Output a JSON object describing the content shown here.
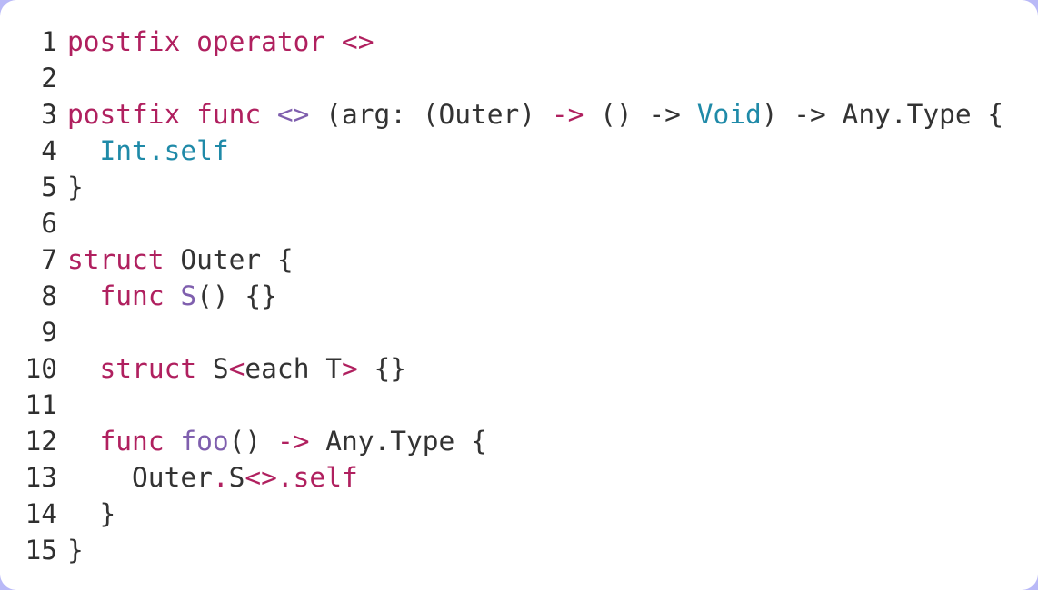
{
  "editor": {
    "language": "swift",
    "colors": {
      "background": "#ffffff",
      "frame": "#b9b9f7",
      "keyword": "#b0205f",
      "function": "#7f5fae",
      "type": "#1f8aa8",
      "plain": "#333333"
    },
    "lines": [
      {
        "number": "1",
        "tokens": [
          {
            "t": "postfix operator <>",
            "c": "kw"
          }
        ]
      },
      {
        "number": "2",
        "tokens": []
      },
      {
        "number": "3",
        "tokens": [
          {
            "t": "postfix func ",
            "c": "kw"
          },
          {
            "t": "<>",
            "c": "fn"
          },
          {
            "t": " (arg: (Outer) ",
            "c": "pl"
          },
          {
            "t": "->",
            "c": "kw"
          },
          {
            "t": " () -> ",
            "c": "pl"
          },
          {
            "t": "Void",
            "c": "ty"
          },
          {
            "t": ") -> Any.Type {",
            "c": "pl"
          }
        ]
      },
      {
        "number": "4",
        "tokens": [
          {
            "t": "  ",
            "c": "pl"
          },
          {
            "t": "Int.self",
            "c": "ty"
          }
        ]
      },
      {
        "number": "5",
        "tokens": [
          {
            "t": "}",
            "c": "pl"
          }
        ]
      },
      {
        "number": "6",
        "tokens": []
      },
      {
        "number": "7",
        "tokens": [
          {
            "t": "struct",
            "c": "kw"
          },
          {
            "t": " Outer {",
            "c": "pl"
          }
        ]
      },
      {
        "number": "8",
        "tokens": [
          {
            "t": "  ",
            "c": "pl"
          },
          {
            "t": "func",
            "c": "kw"
          },
          {
            "t": " ",
            "c": "pl"
          },
          {
            "t": "S",
            "c": "fn"
          },
          {
            "t": "() {}",
            "c": "pl"
          }
        ]
      },
      {
        "number": "9",
        "tokens": []
      },
      {
        "number": "10",
        "tokens": [
          {
            "t": "  ",
            "c": "pl"
          },
          {
            "t": "struct",
            "c": "kw"
          },
          {
            "t": " S",
            "c": "pl"
          },
          {
            "t": "<",
            "c": "kw"
          },
          {
            "t": "each T",
            "c": "pl"
          },
          {
            "t": ">",
            "c": "kw"
          },
          {
            "t": " {}",
            "c": "pl"
          }
        ]
      },
      {
        "number": "11",
        "tokens": []
      },
      {
        "number": "12",
        "tokens": [
          {
            "t": "  ",
            "c": "pl"
          },
          {
            "t": "func",
            "c": "kw"
          },
          {
            "t": " ",
            "c": "pl"
          },
          {
            "t": "foo",
            "c": "fn"
          },
          {
            "t": "() ",
            "c": "pl"
          },
          {
            "t": "->",
            "c": "kw"
          },
          {
            "t": " Any.Type {",
            "c": "pl"
          }
        ]
      },
      {
        "number": "13",
        "tokens": [
          {
            "t": "    Outer",
            "c": "pl"
          },
          {
            "t": ".",
            "c": "kw"
          },
          {
            "t": "S",
            "c": "pl"
          },
          {
            "t": "<>.self",
            "c": "kw"
          }
        ]
      },
      {
        "number": "14",
        "tokens": [
          {
            "t": "  }",
            "c": "pl"
          }
        ]
      },
      {
        "number": "15",
        "tokens": [
          {
            "t": "}",
            "c": "pl"
          }
        ]
      }
    ]
  }
}
